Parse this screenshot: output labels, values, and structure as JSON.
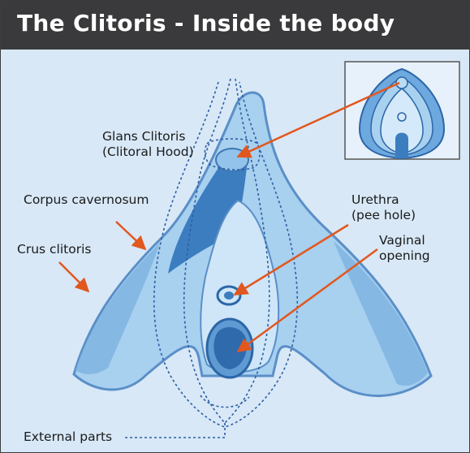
{
  "title": "The Clitoris - Inside the body",
  "labels": {
    "glans_line1": "Glans Clitoris",
    "glans_line2": "(Clitoral Hood)",
    "corpus": "Corpus cavernosum",
    "crus": "Crus clitoris",
    "urethra_line1": "Urethra",
    "urethra_line2": "(pee hole)",
    "vaginal_line1": "Vaginal",
    "vaginal_line2": "opening",
    "external": "External parts"
  },
  "colors": {
    "background": "#d8e8f7",
    "title_bar": "#3a3a3c",
    "organ_fill": "#a8d0ef",
    "organ_dark": "#3c7dc0",
    "outline": "#5b8fc8",
    "pointer": "#e2571e"
  }
}
